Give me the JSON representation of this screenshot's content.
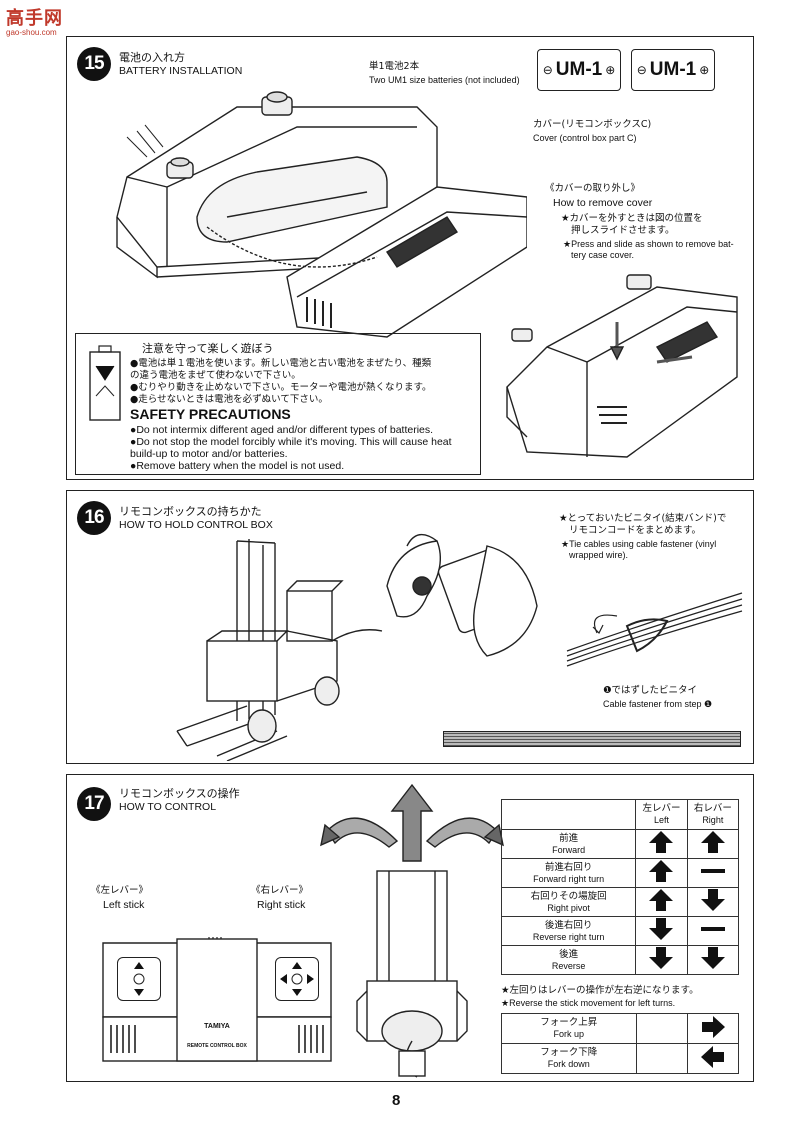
{
  "logo": {
    "text": "高手网",
    "url": "gao-shou.com"
  },
  "page_number": "8",
  "step15": {
    "num": "15",
    "title_jp": "電池の入れ方",
    "title_en": "BATTERY INSTALLATION",
    "battery_label": "UM-1",
    "battery_minus": "⊖",
    "battery_plus": "⊕",
    "note_batt_jp": "単1電池2本",
    "note_batt_en": "Two UM1 size batteries (not included)",
    "cover_jp": "カバー(リモコンボックスC)",
    "cover_en": "Cover (control box part C)",
    "remove_jp": "《カバーの取り外し》",
    "remove_en": "How to remove cover",
    "remove_note_jp1": "★カバーを外すときは図の位置を",
    "remove_note_jp2": "押しスライドさせます。",
    "remove_note_en1": "★Press and slide as shown to remove bat-",
    "remove_note_en2": "tery case cover."
  },
  "safety": {
    "title_jp": "注意を守って楽しく遊ぼう",
    "items_jp": [
      "●電池は単１電池を使います。新しい電池と古い電池をまぜたり、種類",
      "の違う電池をまぜて使わないで下さい。",
      "●むりやり動きを止めないで下さい。モーターや電池が熱くなります。",
      "●走らせないときは電池を必ずぬいて下さい。"
    ],
    "title_en": "SAFETY PRECAUTIONS",
    "items_en": [
      "●Do not intermix different aged and/or different types of batteries.",
      "●Do not stop the model forcibly while it's moving. This will cause heat",
      "build-up to motor and/or batteries.",
      "●Remove battery when the model is not used."
    ]
  },
  "step16": {
    "num": "16",
    "title_jp": "リモコンボックスの持ちかた",
    "title_en": "HOW TO HOLD CONTROL BOX",
    "tie_jp1": "★とっておいたビニタイ(結束バンド)で",
    "tie_jp2": "リモコンコードをまとめます。",
    "tie_en1": "★Tie cables using cable fastener (vinyl",
    "tie_en2": "wrapped wire).",
    "fastener_jp": "❶ではずしたビニタイ",
    "fastener_en": "Cable fastener from step ❶"
  },
  "step17": {
    "num": "17",
    "title_jp": "リモコンボックスの操作",
    "title_en": "HOW TO CONTROL",
    "left_jp": "《左レバー》",
    "left_en": "Left stick",
    "right_jp": "《右レバー》",
    "right_en": "Right stick",
    "box_brand": "TAMIYA",
    "box_name": "REMOTE CONTROL BOX",
    "table_head": {
      "left_jp": "左レバー",
      "left_en": "Left",
      "right_jp": "右レバー",
      "right_en": "Right"
    },
    "rows": [
      {
        "jp": "前進",
        "en": "Forward",
        "left": "up",
        "right": "up"
      },
      {
        "jp": "前進右回り",
        "en": "Forward right turn",
        "left": "up",
        "right": "neutral"
      },
      {
        "jp": "右回りその場旋回",
        "en": "Right pivot",
        "left": "up",
        "right": "down"
      },
      {
        "jp": "後進右回り",
        "en": "Reverse right turn",
        "left": "down",
        "right": "neutral"
      },
      {
        "jp": "後進",
        "en": "Reverse",
        "left": "down",
        "right": "down"
      }
    ],
    "note_jp": "★左回りはレバーの操作が左右逆になります。",
    "note_en": "★Reverse the stick movement for left turns.",
    "fork_rows": [
      {
        "jp": "フォーク上昇",
        "en": "Fork up",
        "dir": "right"
      },
      {
        "jp": "フォーク下降",
        "en": "Fork down",
        "dir": "left"
      }
    ]
  }
}
